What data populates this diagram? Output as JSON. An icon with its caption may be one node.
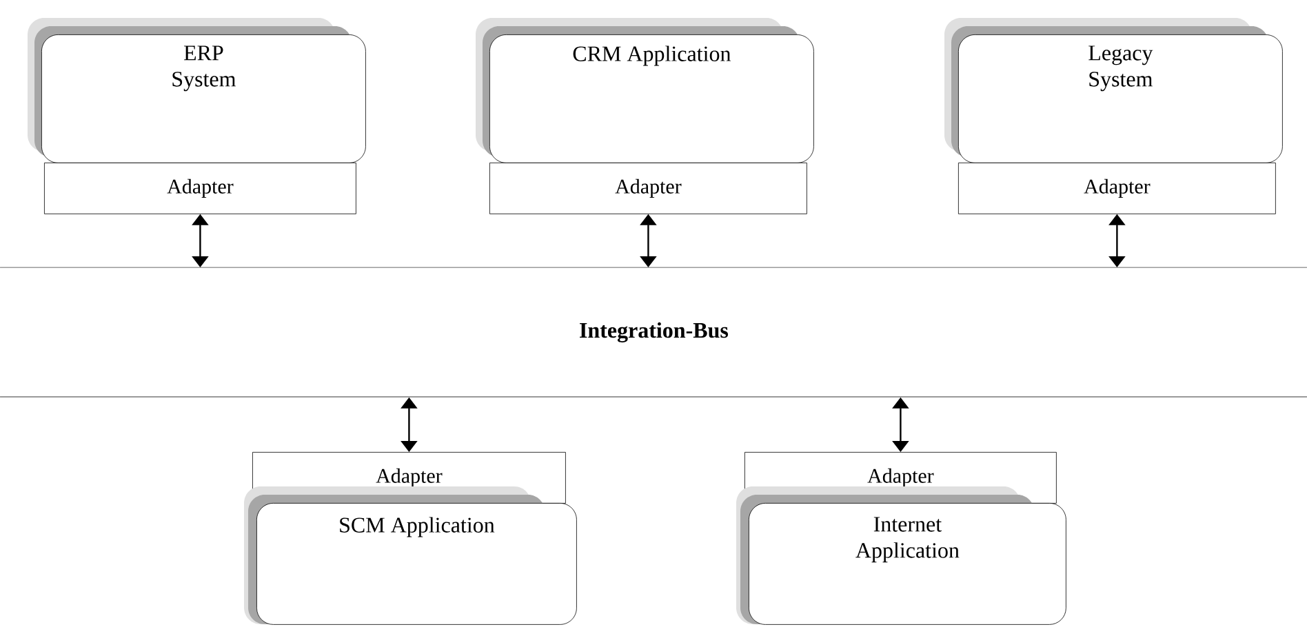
{
  "diagram": {
    "nodes": [
      {
        "text": [
          "ERP System"
        ]
      },
      {
        "text": [
          "CRM Application"
        ]
      },
      {
        "text": [
          "Legacy System"
        ]
      },
      {
        "text": [
          "Adapter"
        ]
      },
      {
        "text": [
          "Adapter"
        ]
      },
      {
        "text": [
          "Adapter"
        ]
      },
      {
        "text": [
          "Integration-Bus"
        ]
      },
      {
        "text": [
          "Adapter"
        ]
      },
      {
        "text": [
          "Adapter"
        ]
      },
      {
        "text": [
          "SCM Application"
        ]
      },
      {
        "text": [
          "Internet Application"
        ]
      }
    ],
    "edges": [
      {
        "from": 3,
        "to": 6,
        "arrow": "both"
      },
      {
        "from": 4,
        "to": 6,
        "arrow": "both"
      },
      {
        "from": 5,
        "to": 6,
        "arrow": "both"
      },
      {
        "from": 7,
        "to": 6,
        "arrow": "both"
      },
      {
        "from": 8,
        "to": 6,
        "arrow": "both"
      }
    ]
  }
}
